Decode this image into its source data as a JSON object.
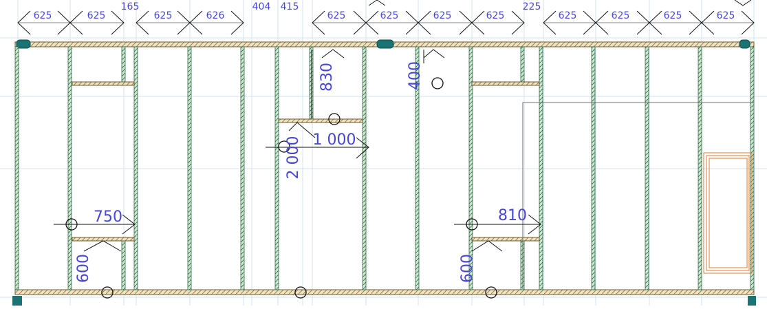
{
  "top_dimensions": [
    {
      "label": "625"
    },
    {
      "label": "625"
    },
    {
      "label": "165"
    },
    {
      "label": "625"
    },
    {
      "label": "626"
    },
    {
      "label": "404"
    },
    {
      "label": "415"
    },
    {
      "label": "625"
    },
    {
      "label": "625"
    },
    {
      "label": "625"
    },
    {
      "label": "625"
    },
    {
      "label": "225"
    },
    {
      "label": "625"
    },
    {
      "label": "625"
    },
    {
      "label": "625"
    },
    {
      "label": "625"
    }
  ],
  "inner_dimensions": [
    {
      "label": "830"
    },
    {
      "label": "400"
    },
    {
      "label": "1 000"
    },
    {
      "label": "2 000"
    },
    {
      "label": "750"
    },
    {
      "label": "810"
    },
    {
      "label": "600"
    },
    {
      "label": "600"
    }
  ],
  "colors": {
    "dimension": "#4747d6",
    "stud_fill": "#cfe7cf",
    "stud_stroke": "#2f6b4a",
    "plate_fill": "#efe3c4",
    "plate_stroke": "#6b5a2e",
    "connector": "#1b7373",
    "grid": "#cfe3ef",
    "window_frame": "#e07a2e"
  },
  "icons": {
    "stud": "wall-stud-icon",
    "plate": "wall-plate-icon",
    "marker": "circle-marker-icon",
    "connector": "plate-connector-icon"
  }
}
